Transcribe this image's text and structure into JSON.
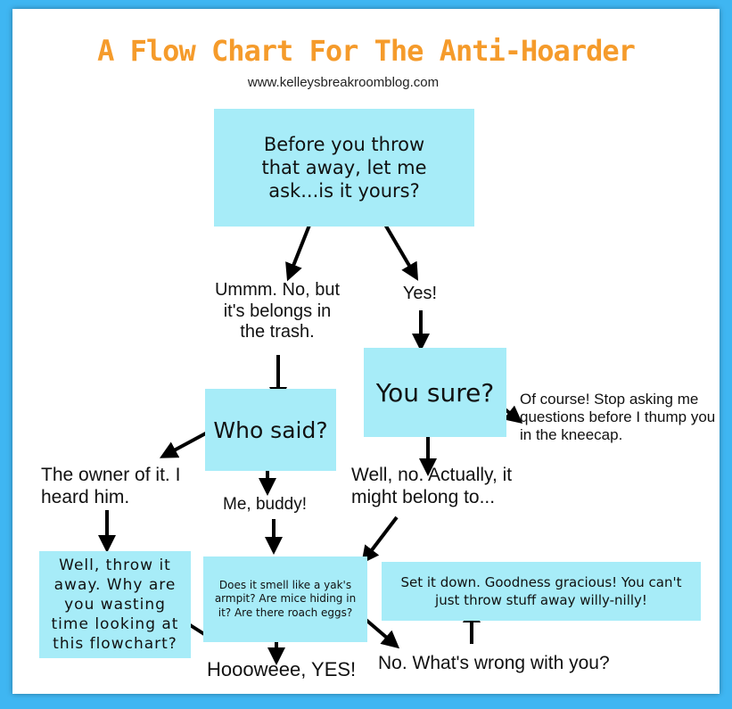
{
  "title": "A Flow Chart For The Anti-Hoarder",
  "url": "www.kelleysbreakroomblog.com",
  "nodes": {
    "start": "Before you throw that away, let me ask...is it yours?",
    "no_label": "Ummm. No, but it's belongs in the trash.",
    "yes_label": "Yes!",
    "who_said": "Who said?",
    "you_sure": "You sure?",
    "of_course": "Of course! Stop asking me questions before I thump you in the kneecap.",
    "owner": "The owner of it. I heard him.",
    "me_buddy": "Me, buddy!",
    "well_no": "Well, no. Actually, it might belong to...",
    "throw_away": "Well, throw it away. Why are you wasting time looking at this flowchart?",
    "smell": "Does it smell like a yak's armpit? Are mice hiding in it? Are there roach eggs?",
    "set_down": "Set it down. Goodness gracious! You can't just throw stuff away willy-nilly!",
    "hoooweee": "Hoooweee, YES!",
    "whats_wrong": "No. What's wrong with you?"
  },
  "colors": {
    "box": "#a7ecf8",
    "title": "#f59b2b",
    "frame": "#3fb6f2"
  }
}
